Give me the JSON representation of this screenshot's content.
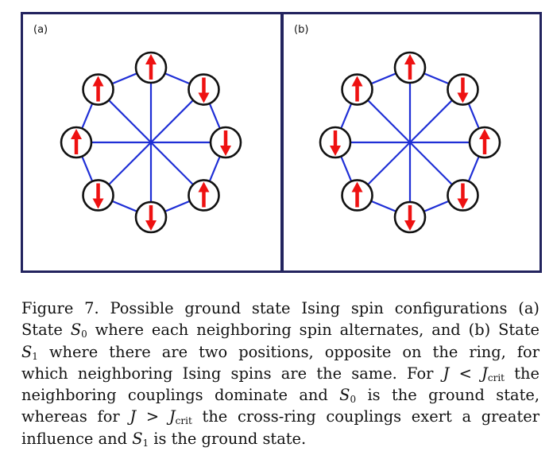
{
  "colors": {
    "frame": "#22235e",
    "bond": "#1f2fd6",
    "spin_arrow": "#ee1111",
    "site_ring": "#111111"
  },
  "panels": [
    {
      "label": "(a)",
      "state": "S0",
      "spins": [
        "up",
        "down",
        "down",
        "up",
        "down",
        "down",
        "up",
        "up"
      ]
    },
    {
      "label": "(b)",
      "state": "S1",
      "spins": [
        "up",
        "down",
        "up",
        "down",
        "down",
        "up",
        "down",
        "up"
      ]
    }
  ],
  "caption": {
    "figure_label": "Figure 7.",
    "line1": "Possible ground state Ising spin configurations (a)",
    "line2_a": "State ",
    "line2_sym": "S",
    "line2_sub": "0",
    "line2_b": " where each neighboring spin alternates, and (b) State",
    "line3_sym": "S",
    "line3_sub": "1",
    "line3_b": " where there are two positions, opposite on the ring, for",
    "line4_a": "which neighboring Ising spins are the same. For ",
    "line4_J": "J",
    "line4_lt": " < ",
    "line4_J2": "J",
    "line4_sub": "crit",
    "line4_b": " the",
    "line5_a": "neighboring couplings dominate and ",
    "line5_sym": "S",
    "line5_sub": "0",
    "line5_b": " is the ground state,",
    "line6_a": "whereas for ",
    "line6_J": "J",
    "line6_gt": " > ",
    "line6_J2": "J",
    "line6_sub": "crit",
    "line6_b": " the cross-ring couplings exert a greater",
    "line7_a": "influence and ",
    "line7_sym": "S",
    "line7_sub": "1",
    "line7_b": " is the ground state."
  }
}
